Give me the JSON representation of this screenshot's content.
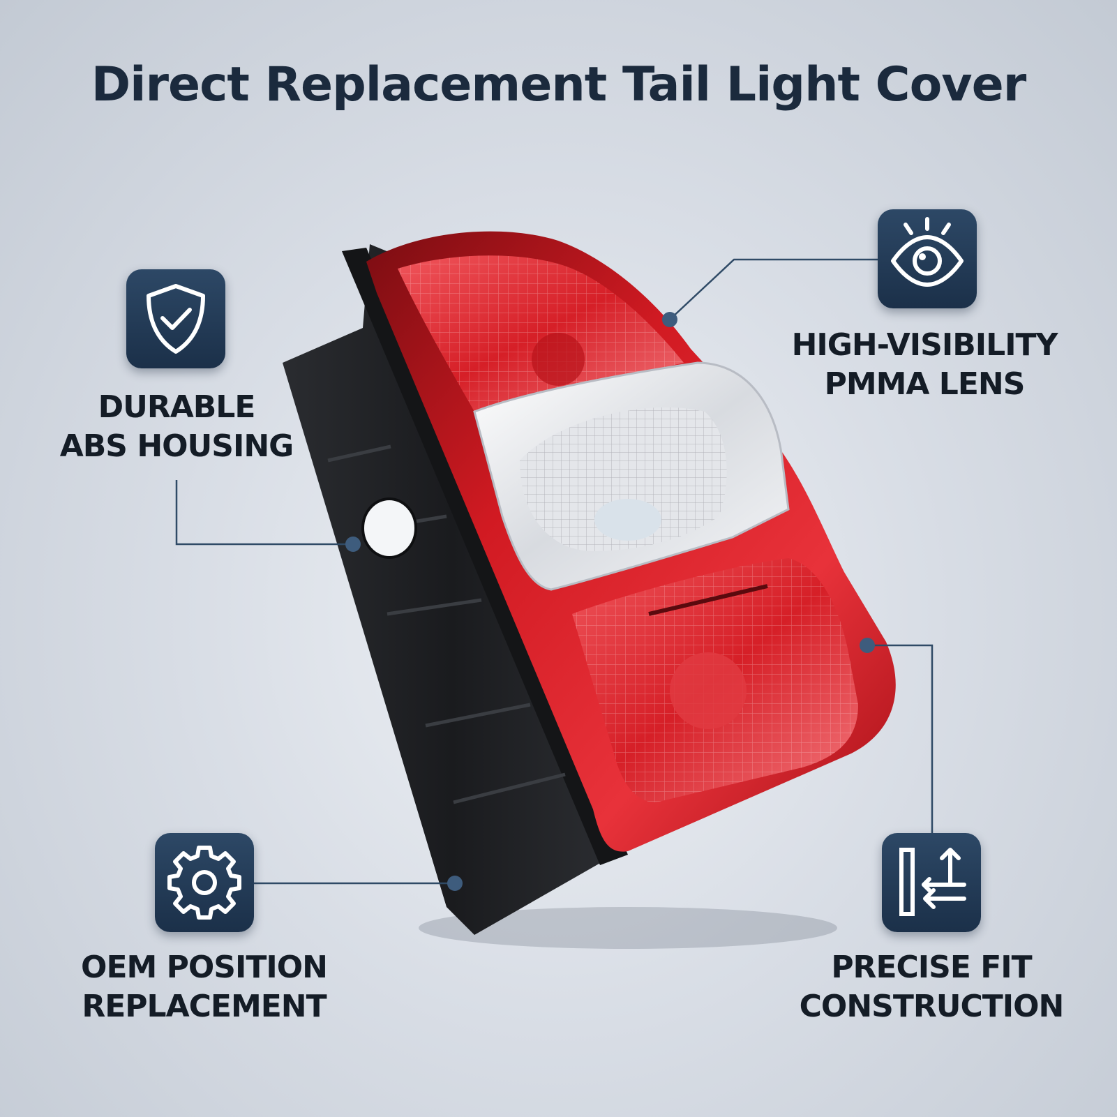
{
  "title": "Direct Replacement Tail Light Cover",
  "features": {
    "housing": {
      "line1": "DURABLE",
      "line2": "ABS HOUSING",
      "icon": "shield-check-icon"
    },
    "lens": {
      "line1": "HIGH-VISIBILITY",
      "line2": "PMMA LENS",
      "icon": "eye-icon"
    },
    "oem": {
      "line1": "OEM POSITION",
      "line2": "REPLACEMENT",
      "icon": "gear-icon"
    },
    "fit": {
      "line1": "PRECISE FIT",
      "line2": "CONSTRUCTION",
      "icon": "measure-fit-icon"
    }
  },
  "colors": {
    "badge": "#1f3550",
    "title": "#1b2a3d",
    "lens_red": "#c8161d",
    "housing_black": "#1f2124",
    "leader_line": "#2f4a66"
  }
}
